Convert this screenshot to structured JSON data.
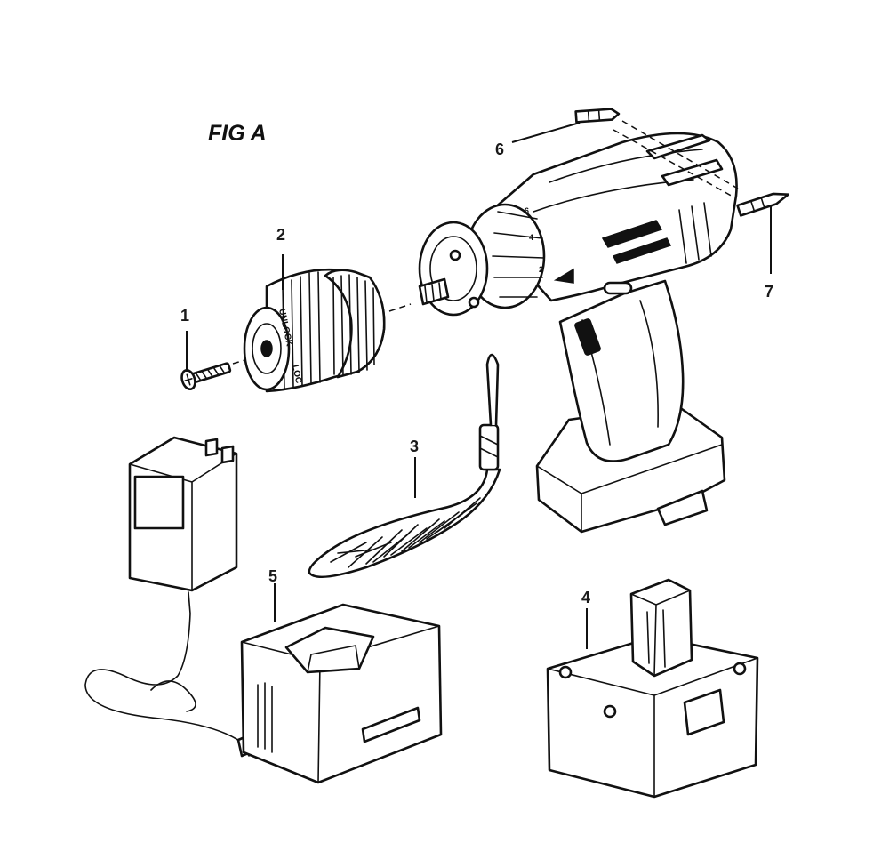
{
  "figure": {
    "title": "FIG A"
  },
  "callouts": {
    "c1": "1",
    "c2": "2",
    "c3": "3",
    "c4": "4",
    "c5": "5",
    "c6": "6",
    "c7": "7"
  },
  "chuck": {
    "unlock_text": "UNLOCK",
    "lock_text": "LOC"
  },
  "clutch_dial": {
    "marks": [
      "6",
      "4",
      "2"
    ]
  },
  "colors": {
    "line": "#111111",
    "background": "#ffffff"
  },
  "icons": [
    "chuck-screw-icon",
    "keyless-chuck-icon",
    "wrist-strap-icon",
    "battery-pack-icon",
    "charger-base-icon",
    "wall-adapter-icon",
    "driver-bit-icon",
    "drill-body-icon"
  ]
}
